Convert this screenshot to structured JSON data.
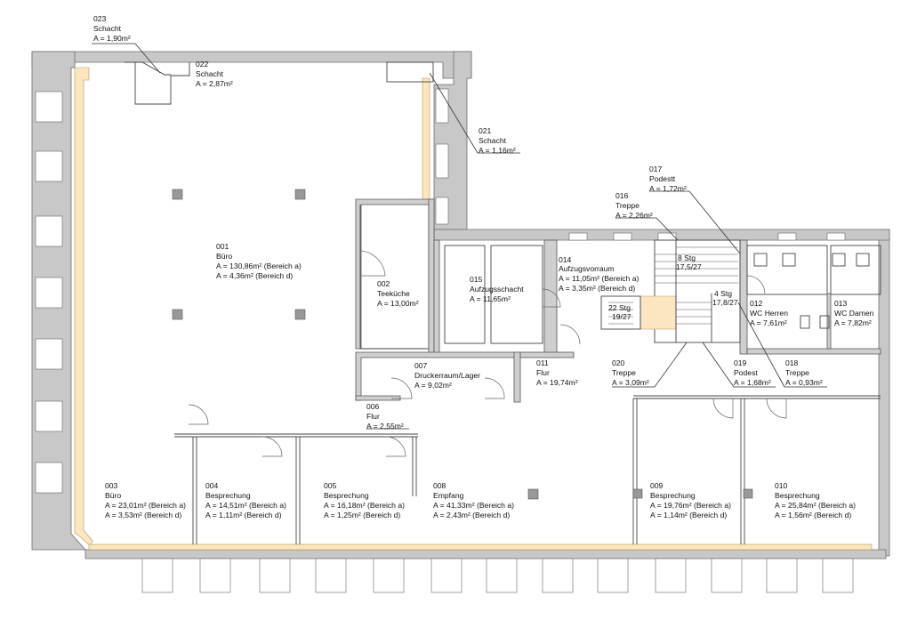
{
  "rooms": {
    "r001": {
      "number": "001",
      "name": "Büro",
      "area_a": "A = 130,86m²  (Bereich a)",
      "area_d": "A = 4,36m²  (Bereich d)"
    },
    "r002": {
      "number": "002",
      "name": "Teeküche",
      "area": "A = 13,00m²"
    },
    "r003": {
      "number": "003",
      "name": "Büro",
      "area_a": "A = 23,01m² (Bereich a)",
      "area_d": "A = 3,53m² (Bereich d)"
    },
    "r004": {
      "number": "004",
      "name": "Besprechung",
      "area_a": "A = 14,51m² (Bereich a)",
      "area_d": "A = 1,11m² (Bereich d)"
    },
    "r005": {
      "number": "005",
      "name": "Besprechung",
      "area_a": "A = 16,18m² (Bereich a)",
      "area_d": "A = 1,25m² (Bereich d)"
    },
    "r006": {
      "number": "006",
      "name": "Flur",
      "area": "A = 2,55m²"
    },
    "r007": {
      "number": "007",
      "name": "Druckerraum/Lager",
      "area": "A = 9,02m²"
    },
    "r008": {
      "number": "008",
      "name": "Empfang",
      "area_a": "A = 41,33m² (Bereich a)",
      "area_d": "A = 2,43m² (Bereich d)"
    },
    "r009": {
      "number": "009",
      "name": "Besprechung",
      "area_a": "A = 19,76m² (Bereich a)",
      "area_d": "A = 1,14m² (Bereich d)"
    },
    "r010": {
      "number": "010",
      "name": "Besprechung",
      "area_a": "A = 25,84m² (Bereich a)",
      "area_d": "A = 1,56m² (Bereich d)"
    },
    "r011": {
      "number": "011",
      "name": "Flur",
      "area": "A = 19,74m²"
    },
    "r012": {
      "number": "012",
      "name": "WC Herren",
      "area": "A = 7,61m²"
    },
    "r013": {
      "number": "013",
      "name": "WC Damen",
      "area": "A = 7,82m²"
    },
    "r014": {
      "number": "014",
      "name": "Aufzugsvorraum",
      "area_a": "A = 11,05m² (Bereich a)",
      "area_d": "A = 3,35m² (Bereich d)"
    },
    "r015": {
      "number": "015",
      "name": "Aufzugsschacht",
      "area": "A = 11,65m²"
    },
    "r016": {
      "number": "016",
      "name": "Treppe",
      "area": "A = 2,26m²"
    },
    "r017": {
      "number": "017",
      "name": "Podestt",
      "area": "A = 1,72m²"
    },
    "r018": {
      "number": "018",
      "name": "Treppe",
      "area": "A = 0,93m²"
    },
    "r019": {
      "number": "019",
      "name": "Podest",
      "area": "A = 1,68m²"
    },
    "r020": {
      "number": "020",
      "name": "Treppe",
      "area": "A = 3,09m²"
    },
    "r021": {
      "number": "021",
      "name": "Schacht",
      "area": "A = 1,16m²"
    },
    "r022": {
      "number": "022",
      "name": "Schacht",
      "area": "A = 2,87m²"
    },
    "r023": {
      "number": "023",
      "name": "Schacht",
      "area": "A = 1,90m²"
    }
  },
  "stairs": {
    "s1": {
      "count": "8 Stg",
      "ratio": "17,5/27"
    },
    "s2": {
      "count": "4 Stg",
      "ratio": "17,8/27"
    },
    "s3": {
      "count": "22 Stg",
      "ratio": "19/27"
    }
  },
  "colors": {
    "wall": "#c8c8c8",
    "insulation": "#fbe6bf",
    "column": "#999999",
    "line": "#333333"
  }
}
